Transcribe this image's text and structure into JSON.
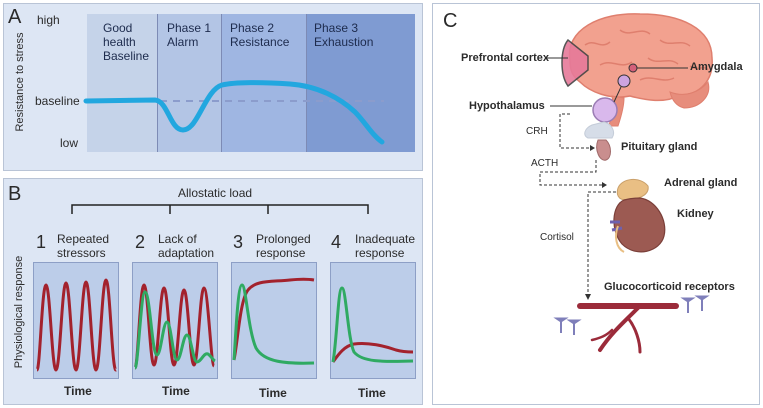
{
  "panel_a": {
    "letter": "A",
    "y_axis_label": "Resistance to stress",
    "y_ticks": {
      "high": "high",
      "baseline": "baseline",
      "low": "low"
    },
    "phases": [
      {
        "line1": "Good",
        "line2": "health",
        "line3": "Baseline"
      },
      {
        "line1": "Phase 1",
        "line2": "Alarm",
        "line3": ""
      },
      {
        "line1": "Phase 2",
        "line2": "Resistance",
        "line3": ""
      },
      {
        "line1": "Phase 3",
        "line2": "Exhaustion",
        "line3": ""
      }
    ],
    "colors": {
      "phase_fills": [
        "#c5d3e9",
        "#b3c5e5",
        "#9fb6e2",
        "#7f9bd2"
      ],
      "curve": "#22a7df",
      "baseline_dash": "#8b9ccc"
    }
  },
  "panel_b": {
    "letter": "B",
    "allostatic_label": "Allostatic load",
    "y_axis_label": "Physiological response",
    "x_label": "Time",
    "scenarios": [
      {
        "number": "1",
        "line1": "Repeated",
        "line2": "stressors"
      },
      {
        "number": "2",
        "line1": "Lack of",
        "line2": "adaptation"
      },
      {
        "number": "3",
        "line1": "Prolonged",
        "line2": "response"
      },
      {
        "number": "4",
        "line1": "Inadequate",
        "line2": "response"
      }
    ],
    "colors": {
      "red": "#a3222d",
      "green": "#2faa62",
      "box_fill": "#bccde9"
    }
  },
  "panel_c": {
    "letter": "C",
    "labels": {
      "prefrontal": "Prefrontal cortex",
      "amygdala": "Amygdala",
      "hypothalamus": "Hypothalamus",
      "crh": "CRH",
      "pituitary": "Pituitary gland",
      "acth": "ACTH",
      "adrenal": "Adrenal gland",
      "kidney": "Kidney",
      "cortisol": "Cortisol",
      "receptors": "Glucocorticoid receptors"
    },
    "colors": {
      "brain": "#f2a18f",
      "brain_dark": "#df7f6e",
      "highlight": "#cda4e0",
      "kidney": "#9c5a52",
      "adrenal": "#e9bf84",
      "vessel": "#9b2b3a",
      "receptor": "#7f7fba"
    }
  }
}
